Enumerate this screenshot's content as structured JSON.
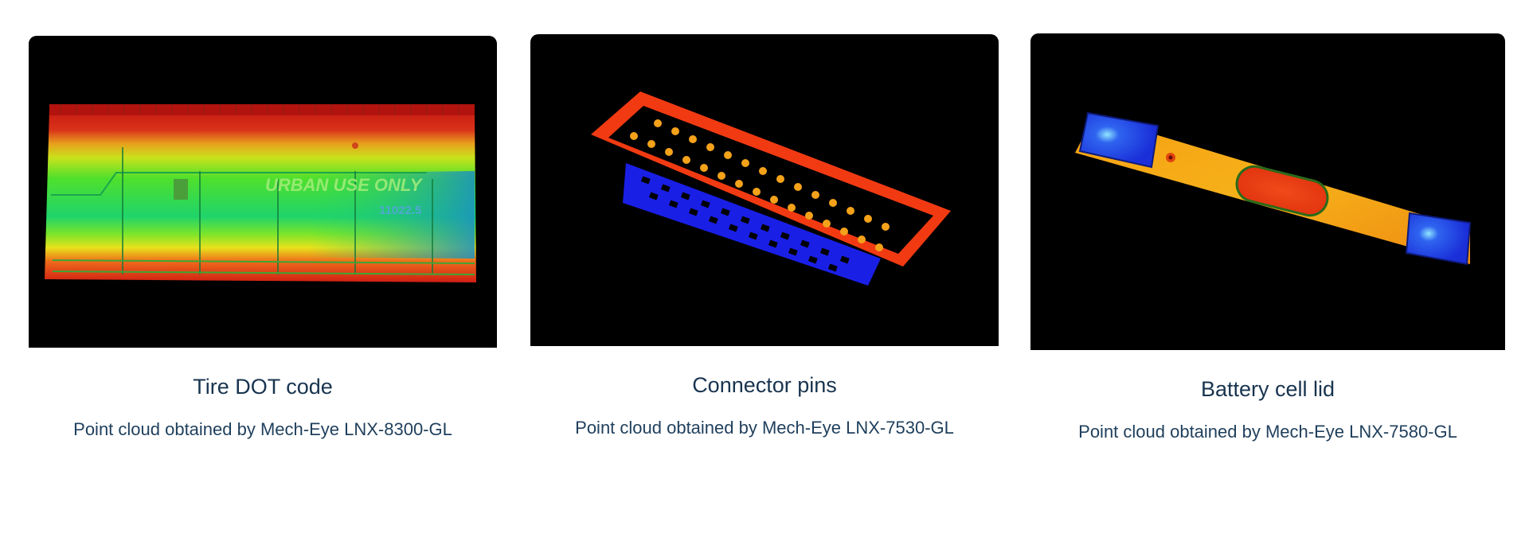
{
  "cards": [
    {
      "title": "Tire DOT code",
      "caption": "Point cloud obtained by Mech-Eye LNX-8300-GL",
      "image_text": {
        "banner": "URBAN USE ONLY",
        "code": "11022.5"
      }
    },
    {
      "title": "Connector pins",
      "caption": "Point cloud obtained by Mech-Eye LNX-7530-GL"
    },
    {
      "title": "Battery cell lid",
      "caption": "Point cloud obtained by Mech-Eye LNX-7580-GL"
    }
  ],
  "colors": {
    "heading": "#18344f",
    "caption": "#1f3f5c",
    "image_background": "#000000"
  }
}
